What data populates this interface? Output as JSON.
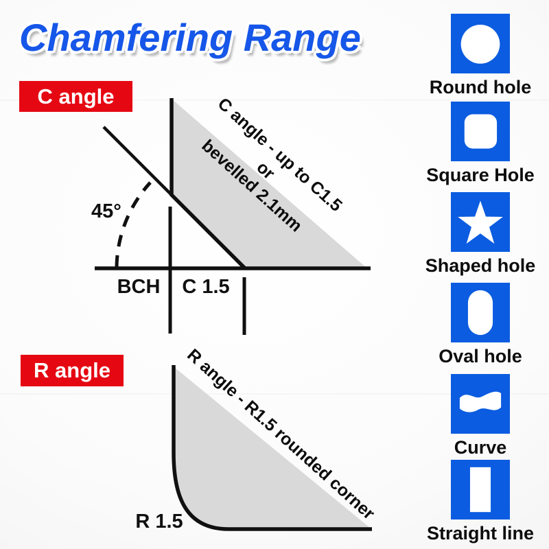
{
  "title": "Chamfering Range",
  "sections": {
    "c": {
      "badge": "C angle",
      "angle_label": "45°",
      "dim_left": "BCH",
      "dim_right": "C 1.5",
      "note_line1": "C angle - up to C1.5 or",
      "note_line2": "bevelled 2.1mm"
    },
    "r": {
      "badge": "R angle",
      "radius_label": "R 1.5",
      "note": "R angle - R1.5 rounded corner"
    }
  },
  "legend": {
    "items": [
      {
        "icon": "round-hole-icon",
        "label": "Round hole"
      },
      {
        "icon": "square-hole-icon",
        "label": "Square Hole"
      },
      {
        "icon": "shaped-hole-icon",
        "label": "Shaped hole"
      },
      {
        "icon": "oval-hole-icon",
        "label": "Oval hole"
      },
      {
        "icon": "curve-icon",
        "label": "Curve"
      },
      {
        "icon": "straight-line-icon",
        "label": "Straight line"
      }
    ]
  },
  "colors": {
    "title_blue": "#1656e8",
    "badge_red": "#e50813",
    "tile_blue": "#0b5ce0",
    "material_gray": "#d9d9d9",
    "line_black": "#101010"
  }
}
